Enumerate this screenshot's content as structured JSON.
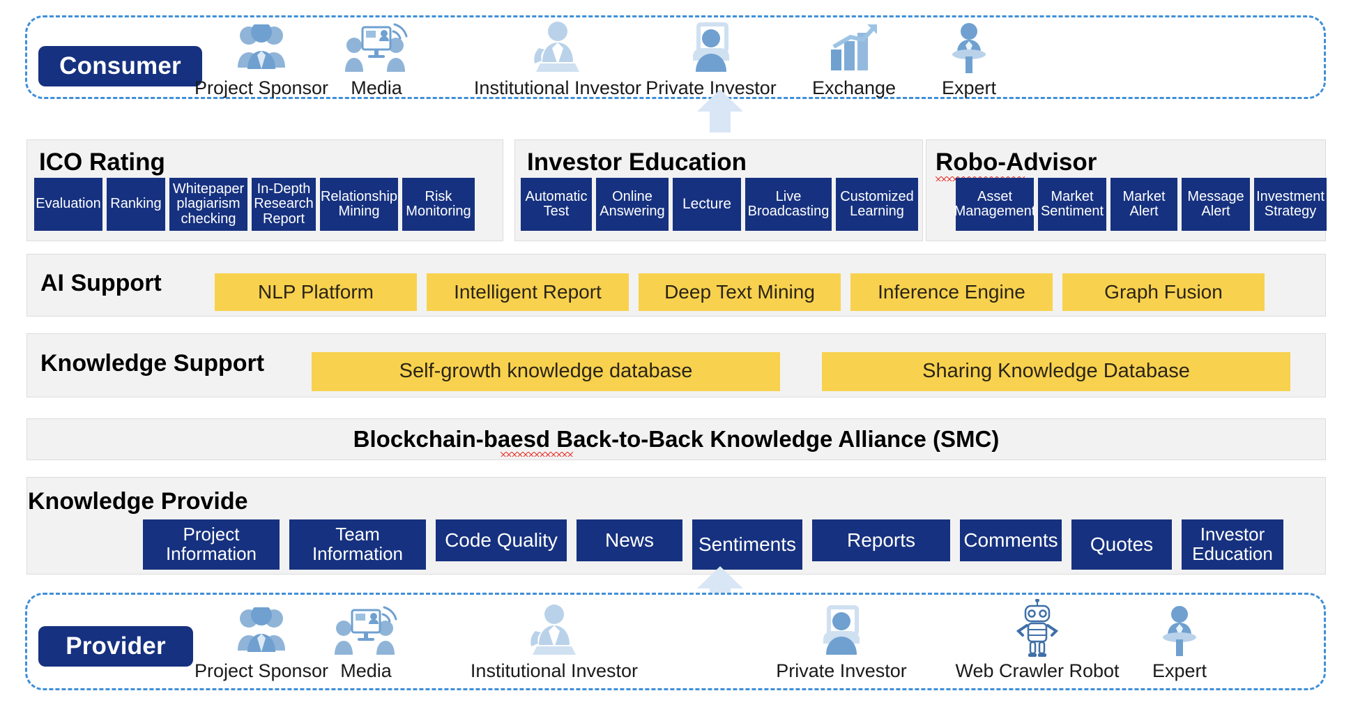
{
  "consumer_band": {
    "role_label": "Consumer",
    "actors": [
      {
        "name": "Project Sponsor",
        "icon": "group-people-icon"
      },
      {
        "name": "Media",
        "icon": "media-broadcast-icon"
      },
      {
        "name": "Institutional Investor",
        "icon": "institutional-investor-icon"
      },
      {
        "name": "Private Investor",
        "icon": "private-investor-icon"
      },
      {
        "name": "Exchange",
        "icon": "bar-chart-growth-icon"
      },
      {
        "name": "Expert",
        "icon": "expert-podium-icon"
      }
    ]
  },
  "service_panels": [
    {
      "title": "ICO Rating",
      "spellcheck": false,
      "items": [
        "Evaluation",
        "Ranking",
        "Whitepaper plagiarism checking",
        "In-Depth Research Report",
        "Relationship Mining",
        "Risk Monitoring"
      ]
    },
    {
      "title": "Investor Education",
      "spellcheck": false,
      "items": [
        "Automatic Test",
        "Online Answering",
        "Lecture",
        "Live Broadcasting",
        "Customized Learning"
      ]
    },
    {
      "title": "Robo-Advisor",
      "spellcheck": true,
      "items": [
        "Asset Management",
        "Market Sentiment",
        "Market Alert",
        "Message Alert",
        "Investment Strategy"
      ]
    }
  ],
  "ai_support": {
    "title": "AI Support",
    "items": [
      "NLP Platform",
      "Intelligent Report",
      "Deep Text Mining",
      "Inference Engine",
      "Graph Fusion"
    ]
  },
  "knowledge_support": {
    "title": "Knowledge Support",
    "items": [
      "Self-growth knowledge database",
      "Sharing Knowledge Database"
    ]
  },
  "blockchain_banner": {
    "text": "Blockchain-baesd Back-to-Back Knowledge Alliance (SMC)",
    "spellcheck_word": "baesd"
  },
  "knowledge_provide": {
    "title": "Knowledge Provide",
    "items": [
      "Project Information",
      "Team Information",
      "Code Quality",
      "News",
      "Sentiments",
      "Reports",
      "Comments",
      "Quotes",
      "Investor Education"
    ]
  },
  "provider_band": {
    "role_label": "Provider",
    "actors": [
      {
        "name": "Project Sponsor",
        "icon": "group-people-icon"
      },
      {
        "name": "Media",
        "icon": "media-broadcast-icon"
      },
      {
        "name": "Institutional Investor",
        "icon": "institutional-investor-icon"
      },
      {
        "name": "Private Investor",
        "icon": "private-investor-icon"
      },
      {
        "name": "Web Crawler Robot",
        "icon": "robot-icon"
      },
      {
        "name": "Expert",
        "icon": "expert-podium-icon"
      }
    ]
  },
  "arrows": [
    {
      "name": "consumer-up-arrow"
    },
    {
      "name": "provider-up-arrow"
    }
  ],
  "colors": {
    "navy": "#16317f",
    "yellow": "#f8d24e",
    "panel_grey": "#f2f2f2",
    "dashed_blue": "#3f8fd8",
    "icon_blue": "#6fa0d0",
    "icon_blue_light": "#bcd3ea",
    "arrow_blue": "#d9e6f5",
    "spell_red": "#e8322a"
  }
}
